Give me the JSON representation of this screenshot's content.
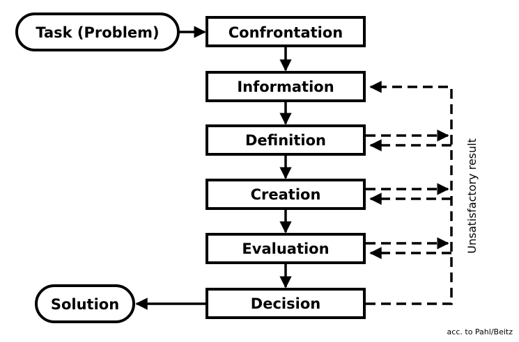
{
  "start": "Task (Problem)",
  "steps": [
    "Confrontation",
    "Information",
    "Definition",
    "Creation",
    "Evaluation",
    "Decision"
  ],
  "end": "Solution",
  "feedback_label": "Unsatisfactory result",
  "credit": "acc. to Pahl/Beitz"
}
